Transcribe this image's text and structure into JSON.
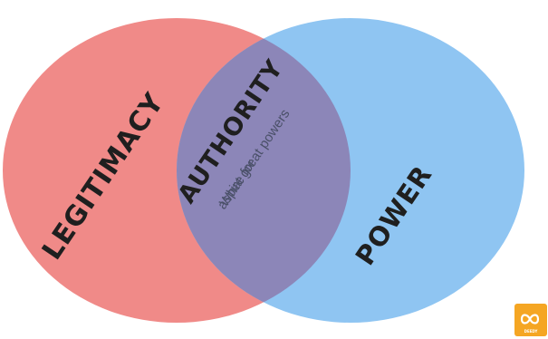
{
  "diagram": {
    "type": "venn",
    "sets": [
      {
        "label": "LEGITIMACY",
        "color": "#f08a88"
      },
      {
        "label": "POWER",
        "color": "#8fc5f2"
      }
    ],
    "intersection": {
      "label": "AUTHORITY",
      "description_line1": "What great powers",
      "description_line2": "aspire for",
      "color": "#8c86b8"
    }
  },
  "logo": {
    "name": "logo-icon",
    "text": "DEEDY",
    "color": "#f5a623"
  }
}
